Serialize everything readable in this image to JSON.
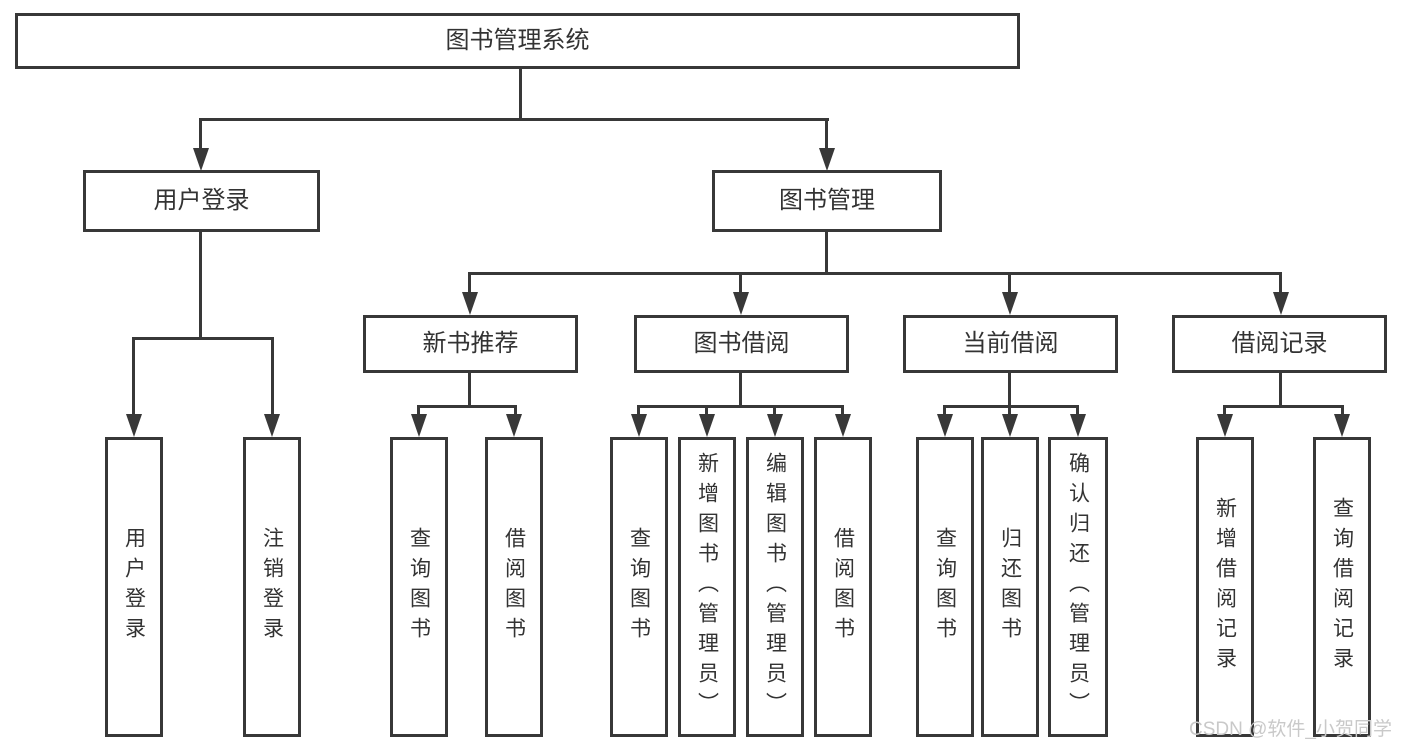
{
  "diagram": {
    "title": "图书管理系统",
    "root": {
      "label": "图书管理系统"
    },
    "branches": [
      {
        "label": "用户登录",
        "children": [
          "用户登录",
          "注销登录"
        ]
      },
      {
        "label": "图书管理",
        "children": [
          {
            "label": "新书推荐",
            "children": [
              "查询图书",
              "借阅图书"
            ]
          },
          {
            "label": "图书借阅",
            "children": [
              "查询图书",
              "新增图书（管理员）",
              "编辑图书（管理员）",
              "借阅图书"
            ]
          },
          {
            "label": "当前借阅",
            "children": [
              "查询图书",
              "归还图书",
              "确认归还（管理员）"
            ]
          },
          {
            "label": "借阅记录",
            "children": [
              "新增借阅记录",
              "查询借阅记录"
            ]
          }
        ]
      }
    ]
  },
  "watermark": "CSDN @软件_小贺同学",
  "colors": {
    "line": "#383838",
    "text": "#333333",
    "watermark": "#c9c9c9",
    "background": "#ffffff"
  }
}
